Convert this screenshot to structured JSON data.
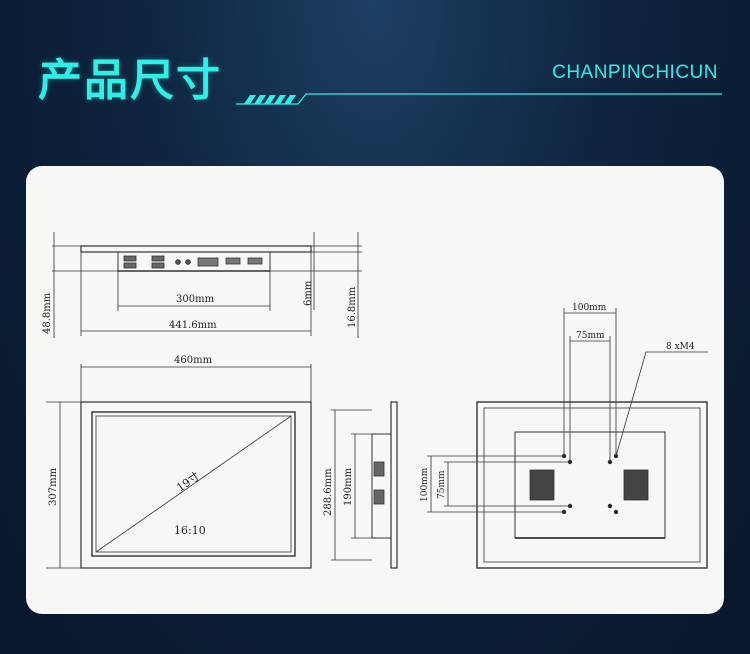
{
  "header": {
    "title": "产品尺寸",
    "subtitle": "CHANPINCHICUN",
    "accent_color": "#2ff0e6"
  },
  "diagram": {
    "side_view": {
      "dim_depth": "48.8mm",
      "dim_port_width": "300mm",
      "dim_inner_width": "441.6mm",
      "dim_bezel": "6mm",
      "dim_thickness": "16.8mm"
    },
    "front_view": {
      "dim_width": "460mm",
      "dim_height": "307mm",
      "diagonal": "19寸",
      "ratio": "16:10"
    },
    "profile_view": {
      "dim_height": "288.6mm",
      "dim_bracket": "190mm"
    },
    "back_view": {
      "dim_vesa_outer": "100mm",
      "dim_vesa_inner": "75mm",
      "screw_label": "8 xM4",
      "dim_vesa_outer_v": "100mm",
      "dim_vesa_inner_v": "75mm"
    }
  }
}
